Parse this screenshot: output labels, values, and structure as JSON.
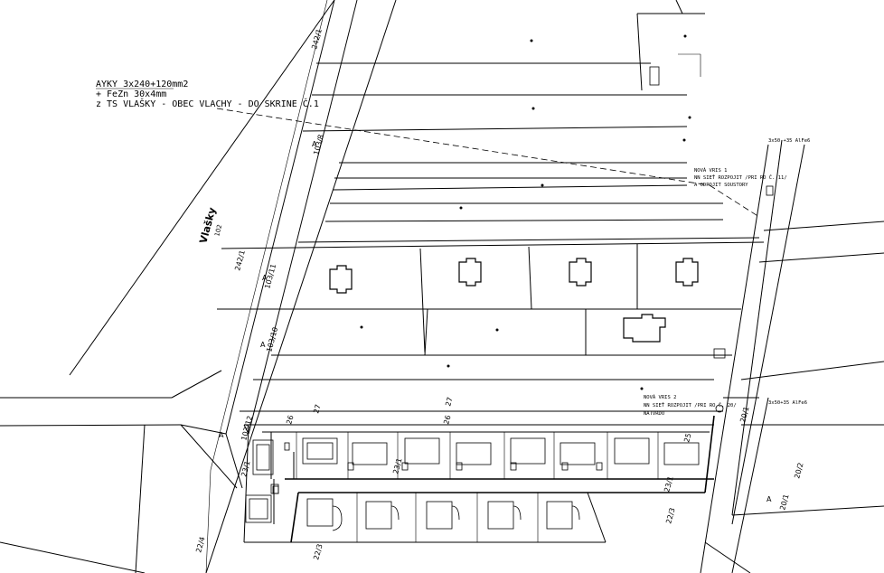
{
  "annotation": {
    "line1": "AYKY  3x240+120mm2",
    "line2": "+  FeZn  30x4mm",
    "line3": "z TS VLAŠKY - OBEC VLACHY - DO SKRINE Č.1"
  },
  "street": {
    "name": "Vlašky",
    "number": "102"
  },
  "vris1": {
    "line1": "NOVÁ VRIS 1",
    "line2": "NN SIEŤ ROZPOJIT /PRI RO Č. 11/",
    "line3": "A ODPOJIT SOUSTORY"
  },
  "vris2": {
    "line1": "NOVÁ VRIS 2",
    "line2": "NN SIEŤ ROZPOJIT /PRI RO Č. 20/",
    "line3": "NATVRDO"
  },
  "cable_top": "3x50 +35 AlFe6",
  "cable_bot": "3x50+35 AlFe6",
  "parcels": {
    "p242_1": "242/1",
    "p103_8": "103/8",
    "p103_11": "103/11",
    "p103_10": "103/10",
    "p103_12": "103/12",
    "p26": "26",
    "p27a": "27",
    "p26b": "26",
    "p27b": "27",
    "p25": "25",
    "p23_1": "23/1",
    "p23_1b": "23/1",
    "p23_1c": "23/1",
    "p22_3": "22/3",
    "p22_3b": "22/3",
    "p22_4": "22/4",
    "p20_1": "20/1",
    "p20_1b": "20/1",
    "p20_2": "20/2",
    "letterA": "A"
  }
}
